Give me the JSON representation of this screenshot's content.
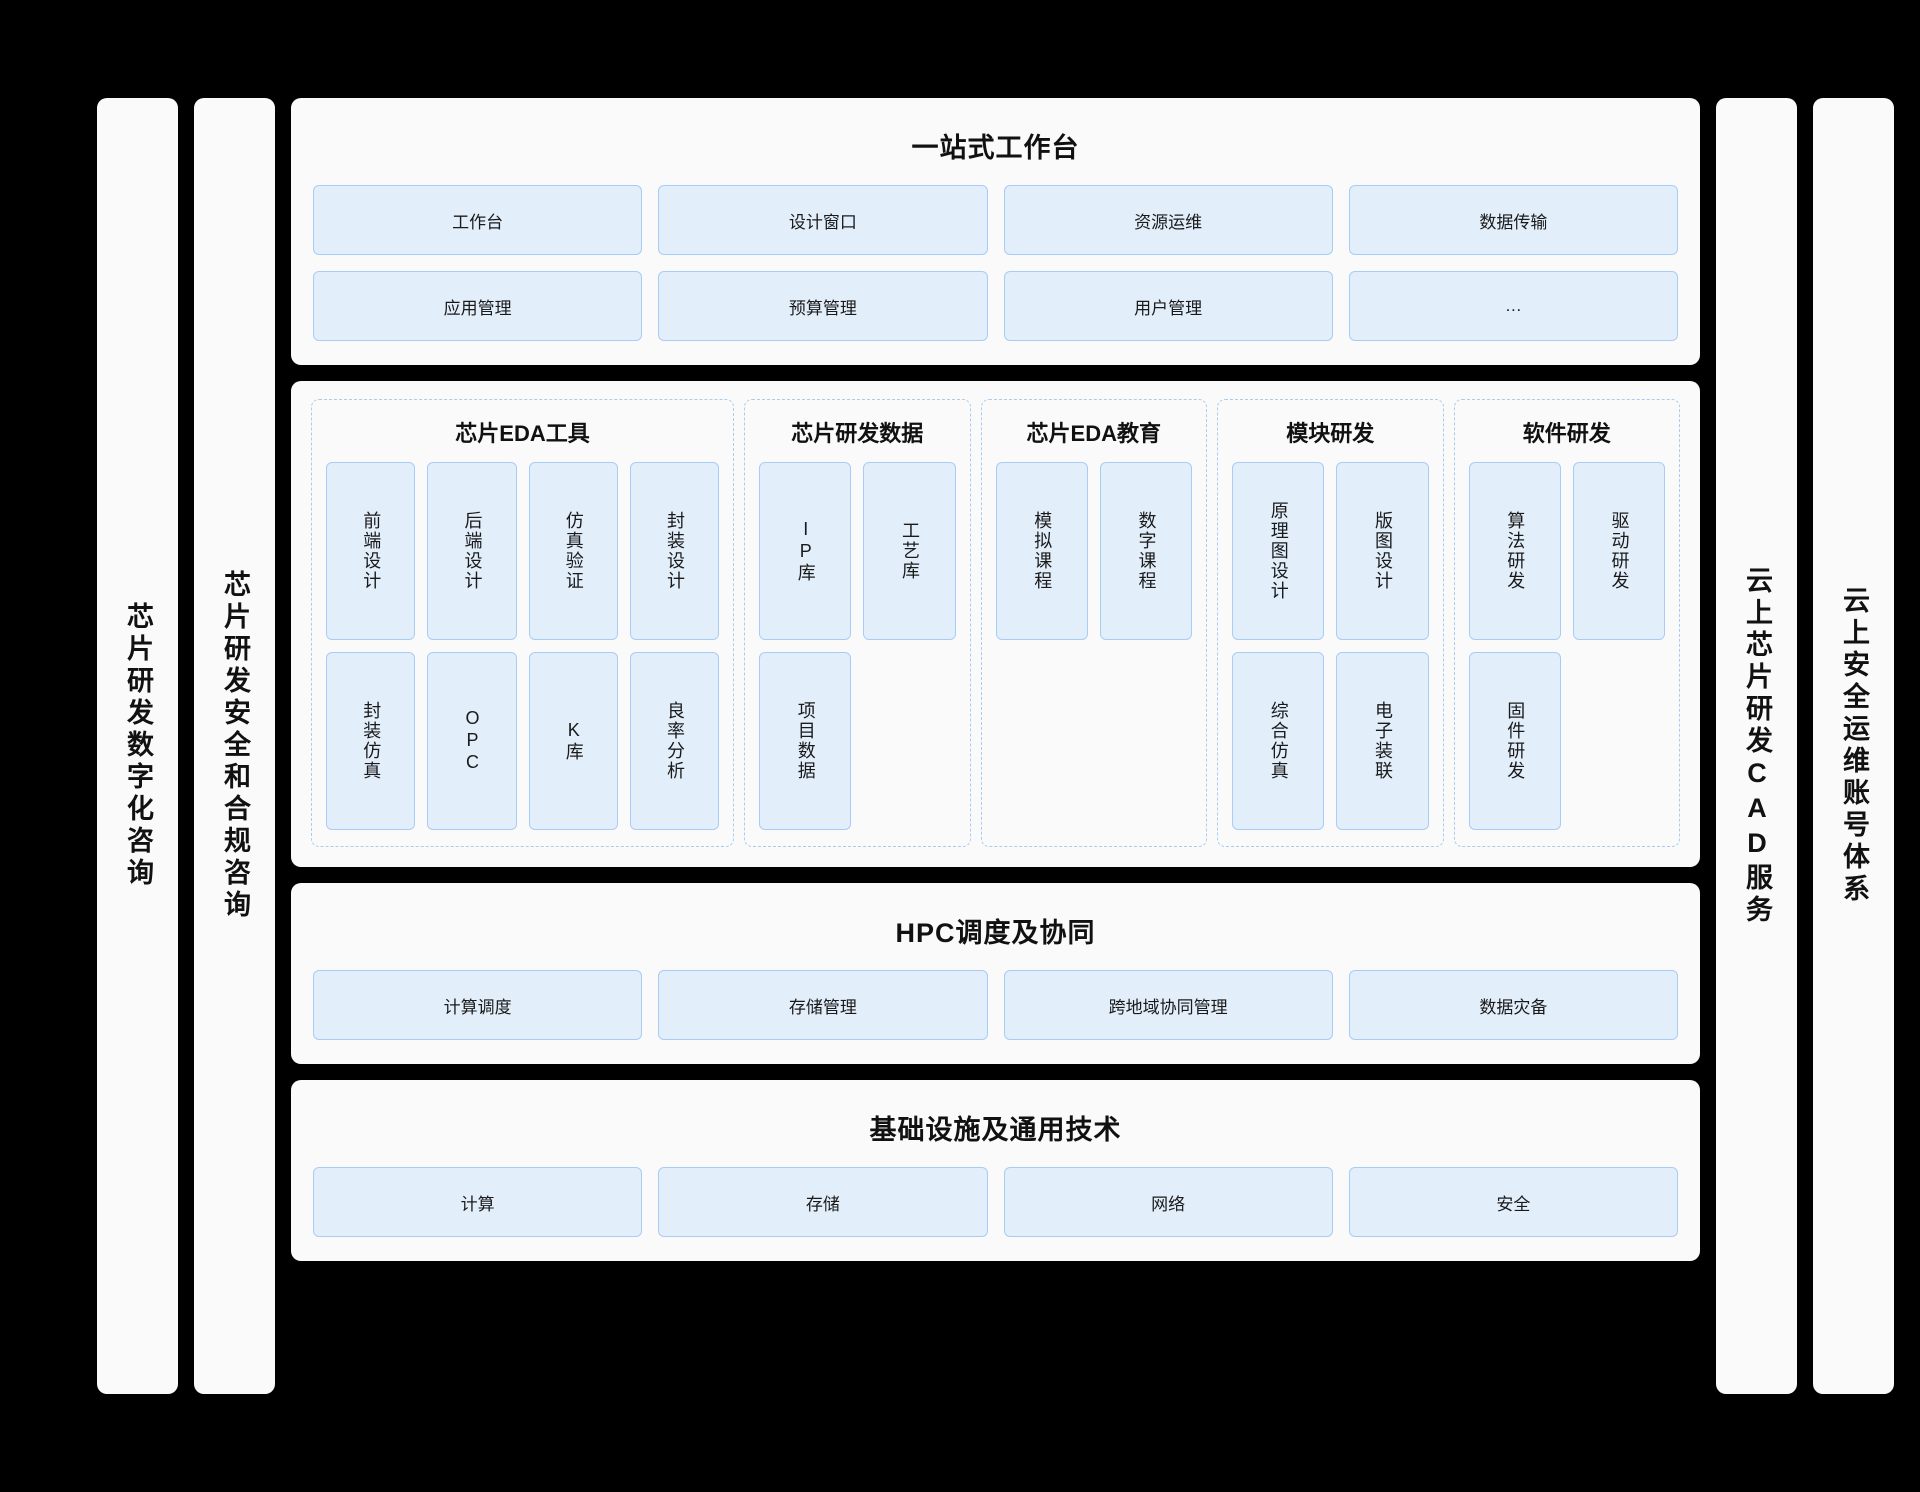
{
  "colors": {
    "background": "#000000",
    "panel": "#fafafa",
    "card_fill": "#e3eefb",
    "card_border": "#a8ccf5",
    "group_border": "#a8cdf0",
    "text": "#1a1a1a"
  },
  "left_pillars": [
    {
      "label": "芯片研发数字化咨询"
    },
    {
      "label": "芯片研发安全和合规咨询"
    }
  ],
  "right_pillars": [
    {
      "label": "云上芯片研发CAD服务"
    },
    {
      "label": "云上安全运维账号体系"
    }
  ],
  "workbench": {
    "title": "一站式工作台",
    "row1": [
      "工作台",
      "设计窗口",
      "资源运维",
      "数据传输"
    ],
    "row2": [
      "应用管理",
      "预算管理",
      "用户管理",
      "…"
    ]
  },
  "groups": [
    {
      "title": "芯片EDA工具",
      "columns": 4,
      "cards": [
        "前端设计",
        "后端设计",
        "仿真验证",
        "封装设计",
        "封装仿真",
        "OPC",
        "K库",
        "良率分析"
      ]
    },
    {
      "title": "芯片研发数据",
      "columns": 2,
      "cards": [
        "IP库",
        "工艺库",
        "项目数据",
        ""
      ]
    },
    {
      "title": "芯片EDA教育",
      "columns": 2,
      "cards": [
        "模拟课程",
        "数字课程",
        "",
        ""
      ]
    },
    {
      "title": "模块研发",
      "columns": 2,
      "cards": [
        "原理图设计",
        "版图设计",
        "综合仿真",
        "电子装联"
      ]
    },
    {
      "title": "软件研发",
      "columns": 2,
      "cards": [
        "算法研发",
        "驱动研发",
        "固件研发",
        ""
      ]
    }
  ],
  "hpc": {
    "title": "HPC调度及协同",
    "items": [
      "计算调度",
      "存储管理",
      "跨地域协同管理",
      "数据灾备"
    ]
  },
  "infra": {
    "title": "基础设施及通用技术",
    "items": [
      "计算",
      "存储",
      "网络",
      "安全"
    ]
  }
}
